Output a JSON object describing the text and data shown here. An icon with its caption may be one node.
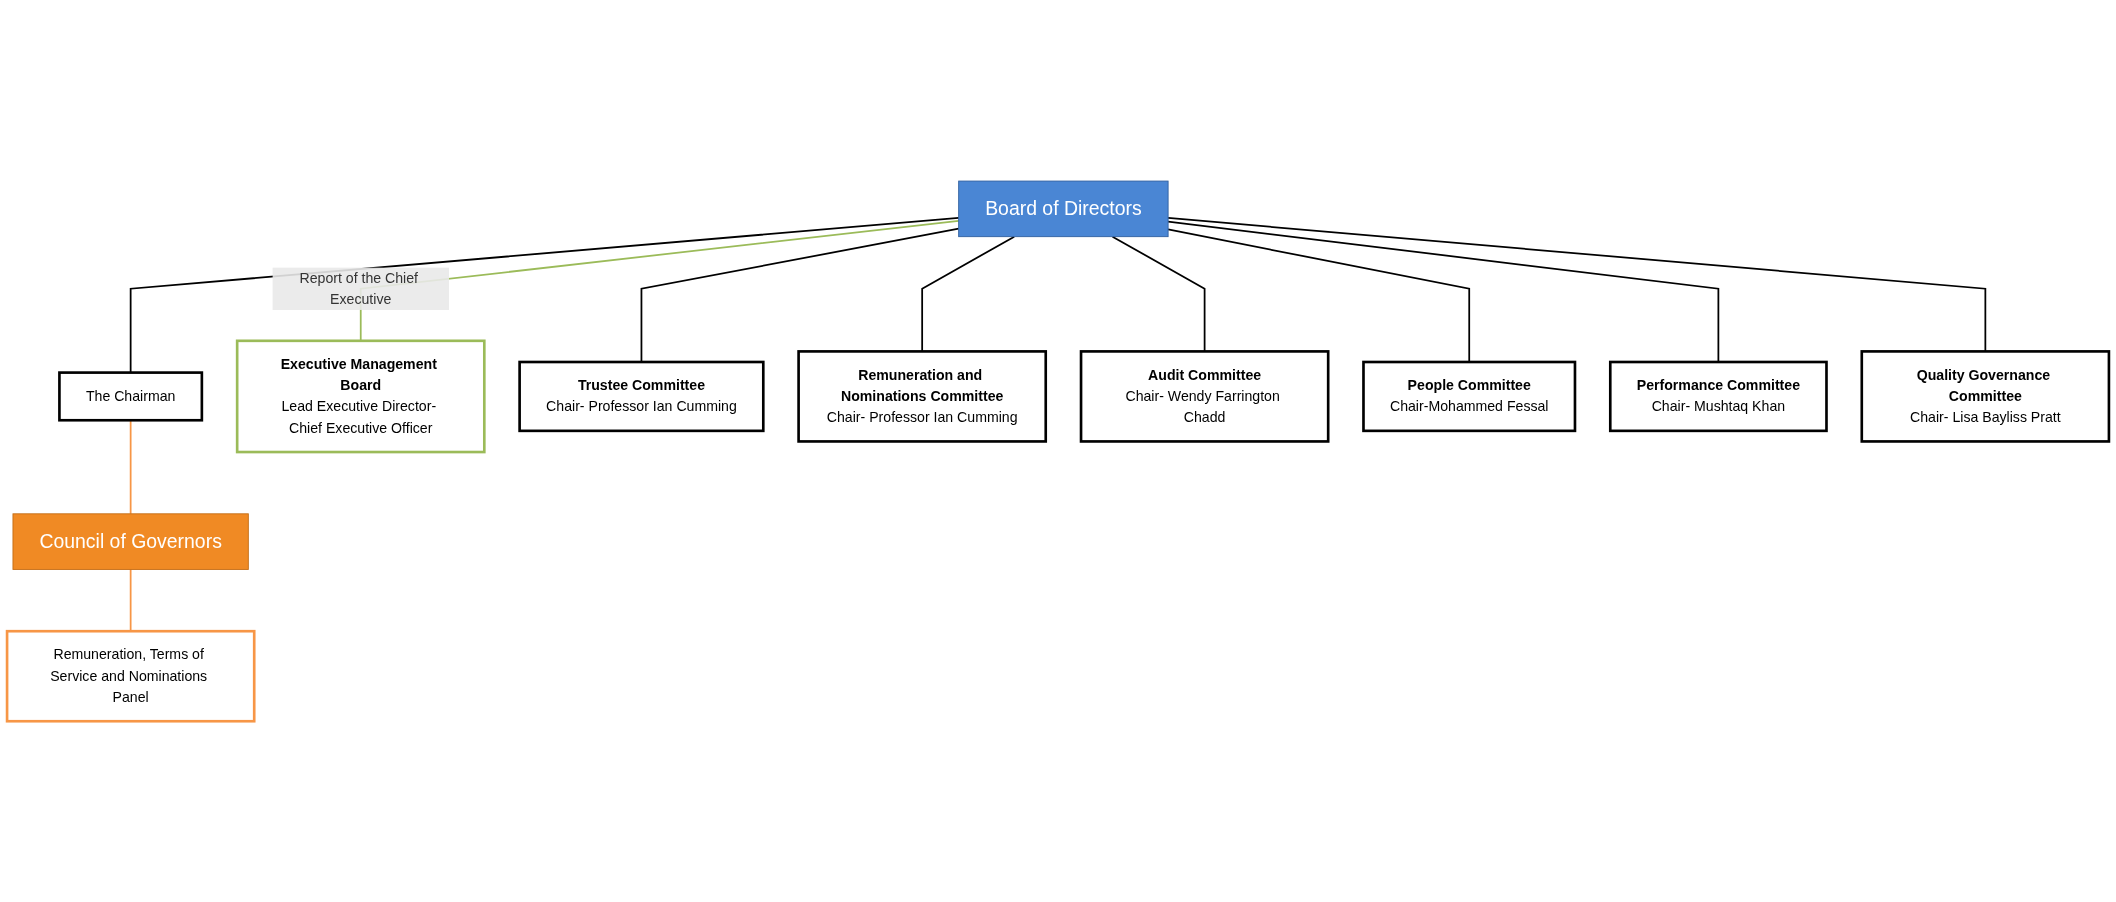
{
  "diagram": {
    "nodes": [
      {
        "text": [
          "Board of Directors"
        ]
      },
      {
        "text": [
          "The Chairman"
        ]
      },
      {
        "text": [
          "Council of Governors"
        ]
      },
      {
        "text": [
          "Remuneration, Terms of Service and Nominations Panel"
        ]
      },
      {
        "text": [
          "Executive Management Board",
          "Lead Executive Director- Chief Executive Officer"
        ]
      },
      {
        "text": [
          "Trustee Committee",
          "Chair- Professor Ian Cumming"
        ]
      },
      {
        "text": [
          "Remuneration and Nominations Committee",
          "Chair- Professor Ian Cumming"
        ]
      },
      {
        "text": [
          "Audit Committee",
          "Chair- Wendy Farrington Chadd"
        ]
      },
      {
        "text": [
          "People Committee",
          "Chair-Mohammed Fessal"
        ]
      },
      {
        "text": [
          "Performance Committee",
          "Chair- Mushtaq Khan"
        ]
      },
      {
        "text": [
          "Quality Governance Committee",
          "Chair- Lisa Bayliss Pratt"
        ]
      }
    ],
    "edges": [
      {
        "from": 0,
        "to": 1,
        "arrow": "none"
      },
      {
        "from": 1,
        "to": 2,
        "arrow": "none",
        "color": "#f79646"
      },
      {
        "from": 2,
        "to": 3,
        "arrow": "none",
        "color": "#f79646"
      },
      {
        "from": 0,
        "to": 4,
        "arrow": "none",
        "label": "Report of the Chief Executive",
        "color": "#9bbb59"
      },
      {
        "from": 0,
        "to": 5,
        "arrow": "none"
      },
      {
        "from": 0,
        "to": 6,
        "arrow": "none"
      },
      {
        "from": 0,
        "to": 7,
        "arrow": "none"
      },
      {
        "from": 0,
        "to": 8,
        "arrow": "none"
      },
      {
        "from": 0,
        "to": 9,
        "arrow": "none"
      },
      {
        "from": 0,
        "to": 10,
        "arrow": "none"
      }
    ]
  }
}
